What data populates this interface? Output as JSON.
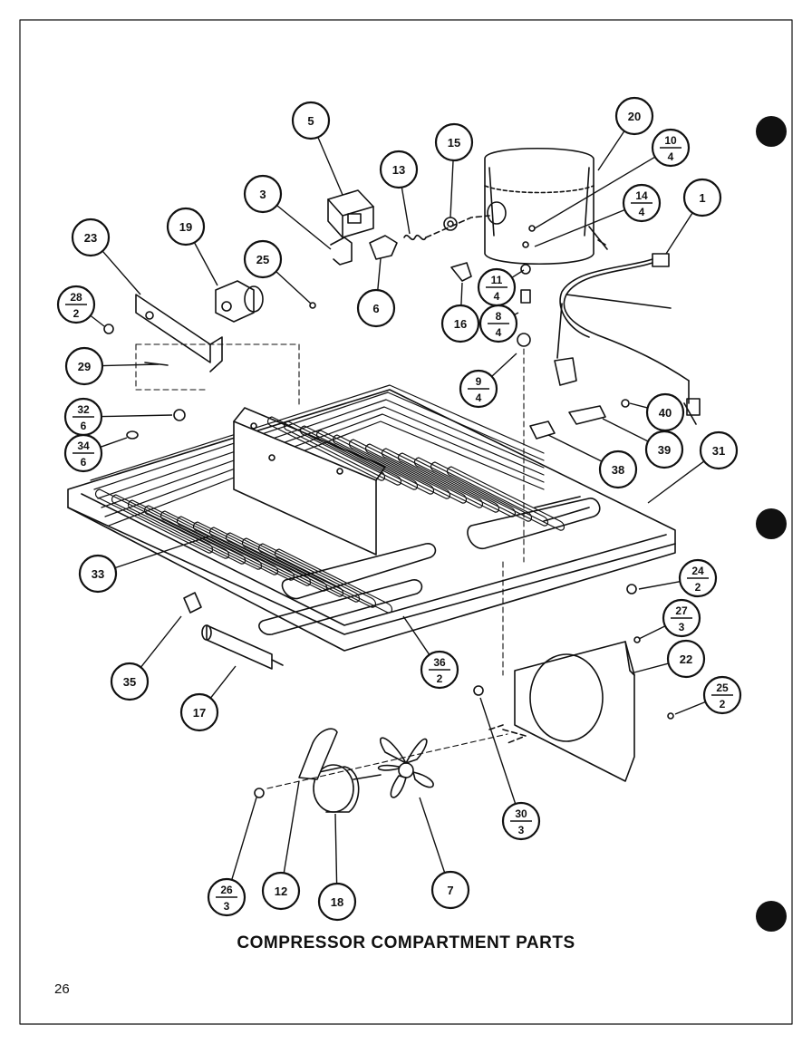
{
  "title": "COMPRESSOR COMPARTMENT PARTS",
  "page_number": "26",
  "callouts": [
    {
      "id": "c5",
      "top": "5"
    },
    {
      "id": "c13",
      "top": "13"
    },
    {
      "id": "c15",
      "top": "15"
    },
    {
      "id": "c20",
      "top": "20"
    },
    {
      "id": "c10",
      "top": "10",
      "bottom": "4"
    },
    {
      "id": "c14",
      "top": "14",
      "bottom": "4"
    },
    {
      "id": "c1",
      "top": "1"
    },
    {
      "id": "c3",
      "top": "3"
    },
    {
      "id": "c19",
      "top": "19"
    },
    {
      "id": "c23",
      "top": "23"
    },
    {
      "id": "c25a",
      "top": "25"
    },
    {
      "id": "c6",
      "top": "6"
    },
    {
      "id": "c11",
      "top": "11",
      "bottom": "4"
    },
    {
      "id": "c28",
      "top": "28",
      "bottom": "2"
    },
    {
      "id": "c16",
      "top": "16"
    },
    {
      "id": "c8",
      "top": "8",
      "bottom": "4"
    },
    {
      "id": "c29",
      "top": "29"
    },
    {
      "id": "c9",
      "top": "9",
      "bottom": "4"
    },
    {
      "id": "c40",
      "top": "40"
    },
    {
      "id": "c32",
      "top": "32",
      "bottom": "6"
    },
    {
      "id": "c39",
      "top": "39"
    },
    {
      "id": "c34",
      "top": "34",
      "bottom": "6"
    },
    {
      "id": "c31",
      "top": "31"
    },
    {
      "id": "c38",
      "top": "38"
    },
    {
      "id": "c33",
      "top": "33"
    },
    {
      "id": "c24",
      "top": "24",
      "bottom": "2"
    },
    {
      "id": "c27",
      "top": "27",
      "bottom": "3"
    },
    {
      "id": "c22",
      "top": "22"
    },
    {
      "id": "c36",
      "top": "36",
      "bottom": "2"
    },
    {
      "id": "c35",
      "top": "35"
    },
    {
      "id": "c25b",
      "top": "25",
      "bottom": "2"
    },
    {
      "id": "c17",
      "top": "17"
    },
    {
      "id": "c30",
      "top": "30",
      "bottom": "3"
    },
    {
      "id": "c26",
      "top": "26",
      "bottom": "3"
    },
    {
      "id": "c12",
      "top": "12"
    },
    {
      "id": "c18",
      "top": "18"
    },
    {
      "id": "c7",
      "top": "7"
    }
  ]
}
